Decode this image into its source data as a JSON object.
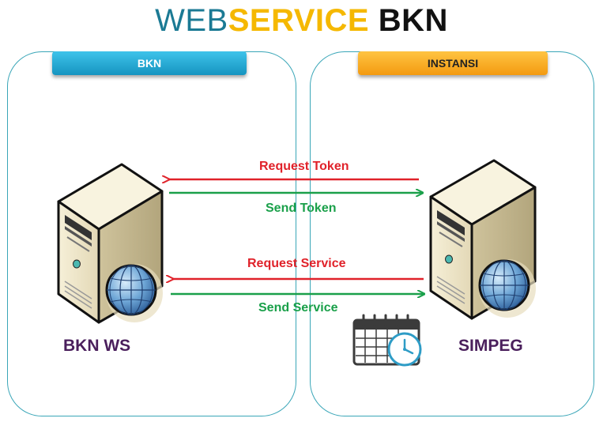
{
  "title": {
    "part1": "WEB",
    "part2": "SERVICE",
    "part3": "BKN"
  },
  "panels": {
    "left": {
      "tag": "BKN",
      "node_label": "BKN WS"
    },
    "right": {
      "tag": "INSTANSI",
      "node_label": "SIMPEG"
    }
  },
  "messages": {
    "request_token": "Request Token",
    "send_token": "Send Token",
    "request_service": "Request Service",
    "send_service": "Send Service"
  },
  "colors": {
    "title_web": "#1b7a94",
    "title_service": "#f5b800",
    "request_arrow": "#e0222a",
    "send_arrow": "#1aa04a",
    "panel_border": "#3aa6b8",
    "node_label": "#4a1f5c"
  },
  "icons": [
    "server-globe-icon",
    "server-globe-icon",
    "calendar-clock-icon"
  ]
}
